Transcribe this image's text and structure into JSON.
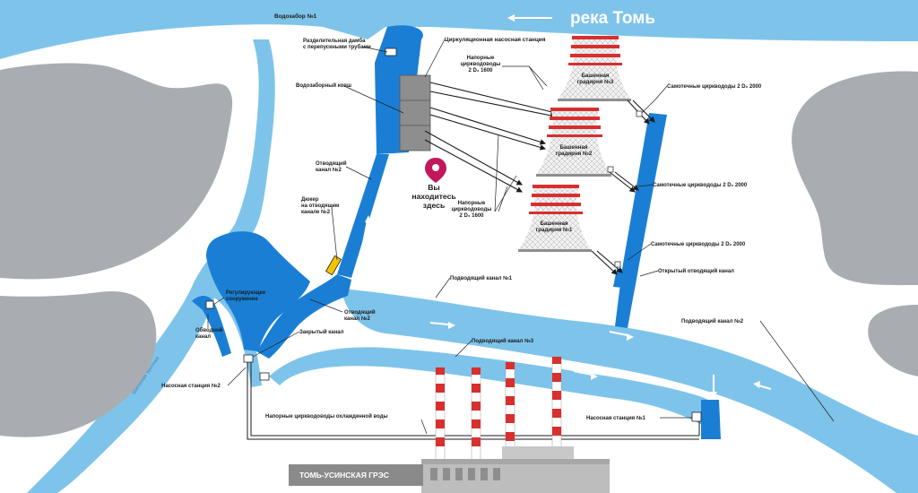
{
  "river": {
    "name": "река Томь"
  },
  "you_are_here": [
    "Вы",
    "находитесь",
    "здесь"
  ],
  "plant": {
    "name": "ТОМЬ-УСИНСКАЯ ГРЭС"
  },
  "cooling_towers": [
    {
      "line1": "Башенная",
      "line2": "градирня №3"
    },
    {
      "line1": "Башенная",
      "line2": "градирня №2"
    },
    {
      "line1": "Башенная",
      "line2": "градирня №1"
    }
  ],
  "labels": {
    "intake1": "Водозабор №1",
    "dam": [
      "Разделительная дамба",
      "с перепускными трубами"
    ],
    "pump_circ": "Циркуляционная насосная станция",
    "pipes_top": [
      "Напорные",
      "циркводоводы",
      "2 D₂ 1600"
    ],
    "intake_bucket": "Водозаборный ковш",
    "outlet2_upper": [
      "Отводящий",
      "канал №2"
    ],
    "culvert": [
      "Дюкер",
      "на отводящем",
      "канале №2"
    ],
    "pipes_mid": [
      "Напорные",
      "циркводоводы",
      "2 D₂ 1600"
    ],
    "gravity3": "Самотечные цирквододы 2 D₂ 2000",
    "gravity2": "Самотечные цирквододы 2 D₂ 2000",
    "gravity1": "Самотечные цирквододы 2 D₂ 2000",
    "open_outlet": "Открытый отводящий канал",
    "supply1": "Подводящий канал №1",
    "regulator": [
      "Регулирующее",
      "сооружение"
    ],
    "bypass": [
      "Обводной",
      "канал"
    ],
    "outlet2_lower": [
      "Отводящий",
      "канал №2"
    ],
    "closed_channel": "Закрытый канал",
    "supply3": "Подводящий канал №3",
    "supply2": "Подводящий канал №2",
    "pump2": "Насосная станция №2",
    "pump1": "Насосная станция №1",
    "pressure_pipes": "Напорные циркводоводы охлажденной воды",
    "side_channel": "Шипиная протока"
  },
  "colors": {
    "water_light": "#7ec4ea",
    "water_dark": "#1a7fd4",
    "land_grey": "#a9adb1",
    "tower_red": "#d82f2f",
    "pin": "#c2185b"
  }
}
